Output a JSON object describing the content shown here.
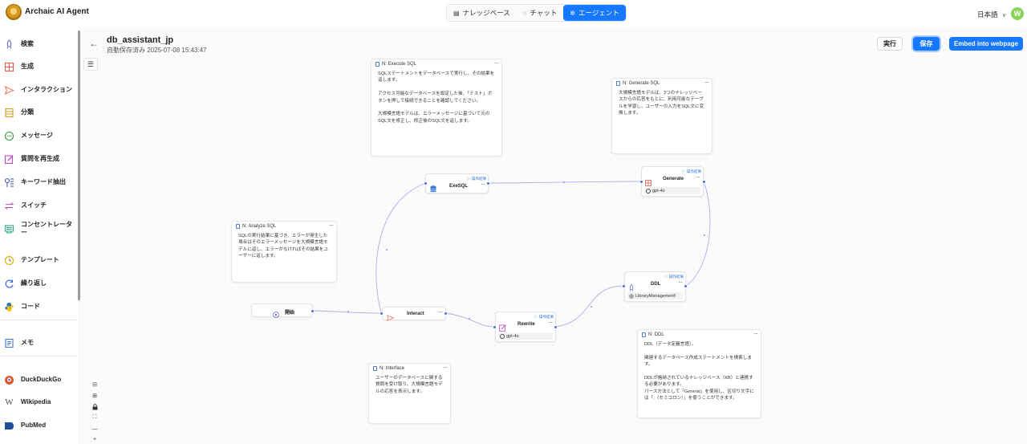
{
  "app": {
    "title": "Archaic AI Agent"
  },
  "topnav": [
    {
      "label": "ナレッジベース",
      "icon": "database-icon"
    },
    {
      "label": "チャット",
      "icon": "chat-icon"
    },
    {
      "label": "エージェント",
      "icon": "agent-icon",
      "active": true
    }
  ],
  "header": {
    "language": "日本語",
    "avatar": "W"
  },
  "sidebar": {
    "items": [
      {
        "label": "検索",
        "icon": "rocket-icon",
        "color": "#5b6bd8"
      },
      {
        "label": "生成",
        "icon": "grid-icon",
        "color": "#e45a4a"
      },
      {
        "label": "インタラクション",
        "icon": "send-icon",
        "color": "#f07a6a"
      },
      {
        "label": "分類",
        "icon": "list-icon",
        "color": "#d4a020"
      },
      {
        "label": "メッセージ",
        "icon": "message-icon",
        "color": "#33a03a"
      },
      {
        "label": "質問を再生成",
        "icon": "edit-icon",
        "color": "#c04ac8"
      },
      {
        "label": "キーワード抽出",
        "icon": "keyword-icon",
        "color": "#3a4fb0"
      },
      {
        "label": "スイッチ",
        "icon": "switch-icon",
        "color": "#c050c8"
      },
      {
        "label": "コンセントレーター",
        "icon": "concentrator-icon",
        "color": "#2fa88a"
      },
      {
        "label": "テンプレート",
        "icon": "template-icon",
        "color": "#d6b820"
      },
      {
        "label": "繰り返し",
        "icon": "loop-icon",
        "color": "#3a6ad8"
      },
      {
        "label": "コード",
        "icon": "python-icon",
        "color": "#3776ab"
      },
      {
        "label": "メモ",
        "icon": "memo-icon",
        "color": "#4a7bd0"
      },
      {
        "label": "DuckDuckGo",
        "icon": "duckduckgo-icon",
        "color": "#de5833"
      },
      {
        "label": "Wikipedia",
        "icon": "wikipedia-icon",
        "color": "#555555"
      },
      {
        "label": "PubMed",
        "icon": "pubmed-icon",
        "color": "#1f4e9a"
      }
    ]
  },
  "agent": {
    "name": "db_assistant_jp",
    "autosave": "自動保存済み 2025-07-08 15:43:47",
    "run_label": "実行",
    "save_label": "保存",
    "embed_label": "Embed into webpage"
  },
  "notes": {
    "execute_sql": {
      "title": "N: Execute SQL",
      "body": "SQLステートメントをデータベースで実行し、その結果を返します。\n\nアクセス可能なデータベースを設定した後、「テスト」ボタンを押して接続できることを確認してください。\n\n大規模言語モデルは、エラーメッセージに基づいて元のSQL文を修正し、修正後のSQL文を返します。"
    },
    "generate_sql": {
      "title": "N: Generate SQL",
      "body": "大規模言語モデルは、3つのナレッジベースからの応答をもとに、利用可能なテーブルを学習し、ユーザーの入力をSQL文に変換します。"
    },
    "analyze_sql": {
      "title": "N: Analyze SQL",
      "body": "SQLの実行結果に基づき、エラーが発生した場合はそのエラーメッセージを大規模言語モデルに返し、エラーがなければその結果をユーザーに返します。"
    },
    "interface": {
      "title": "N: Interface",
      "body": "ユーザーのデータベースに関する質問を受け取り、大規模言語モデルの応答を表示します。"
    },
    "ddl": {
      "title": "N: DDL",
      "body": "DDL（データ定義言語）。\n\n関連するデータベース作成ステートメントを検索します。\n\nDDLが格納されているナレッジベース（KB）と連携する必要があります。\nパース方法として「General」を使用し、区切り文字には「;（セミコロン）」を使うことができます。"
    }
  },
  "nodes": {
    "exesql": {
      "title": "ExeSQL",
      "run": "▷ 操作結果"
    },
    "generate": {
      "title": "Generate",
      "run": "▷ 操作結果",
      "model": "gpt-4o"
    },
    "begin": {
      "title": "開始"
    },
    "interact": {
      "title": "Interact"
    },
    "rewrite": {
      "title": "Rewrite",
      "run": "▷ 操作結果",
      "model": "gpt-4o"
    },
    "ddl": {
      "title": "DDL",
      "run": "▷ 操作結果",
      "kb": "LibraryManagement!"
    }
  },
  "controls": [
    "zoom-in",
    "zoom-out",
    "fit-view",
    "lock",
    "expand",
    "collapse"
  ]
}
